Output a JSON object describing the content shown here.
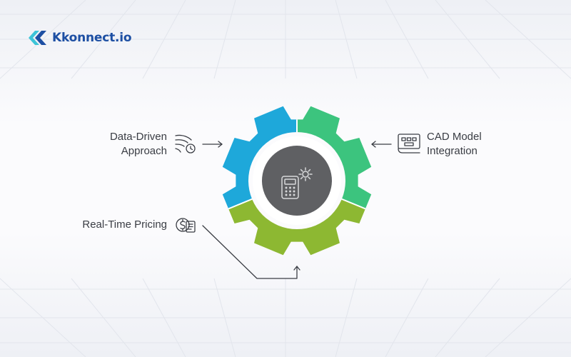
{
  "brand": {
    "name": "Kkonnect.io",
    "colors": {
      "primary": "#1d4fa3",
      "accent": "#3cc4d8"
    }
  },
  "diagram": {
    "center_icon": "calculator-gear-icon",
    "segments": [
      {
        "id": "data-driven",
        "lines": [
          "Data-Driven",
          "Approach"
        ],
        "icon": "wind-clock-icon",
        "color": "#1ea8da",
        "position": "left"
      },
      {
        "id": "cad-model",
        "lines": [
          "CAD Model",
          "Integration"
        ],
        "icon": "cad-blueprint-icon",
        "color": "#3cc47e",
        "position": "right"
      },
      {
        "id": "real-time-pricing",
        "lines": [
          "Real-Time Pricing"
        ],
        "icon": "dollar-receipt-icon",
        "color": "#8db832",
        "position": "bottom"
      }
    ],
    "colors": {
      "hub": "#5f6063",
      "ring": "#ffffff",
      "stroke": "#3a3d44"
    }
  }
}
